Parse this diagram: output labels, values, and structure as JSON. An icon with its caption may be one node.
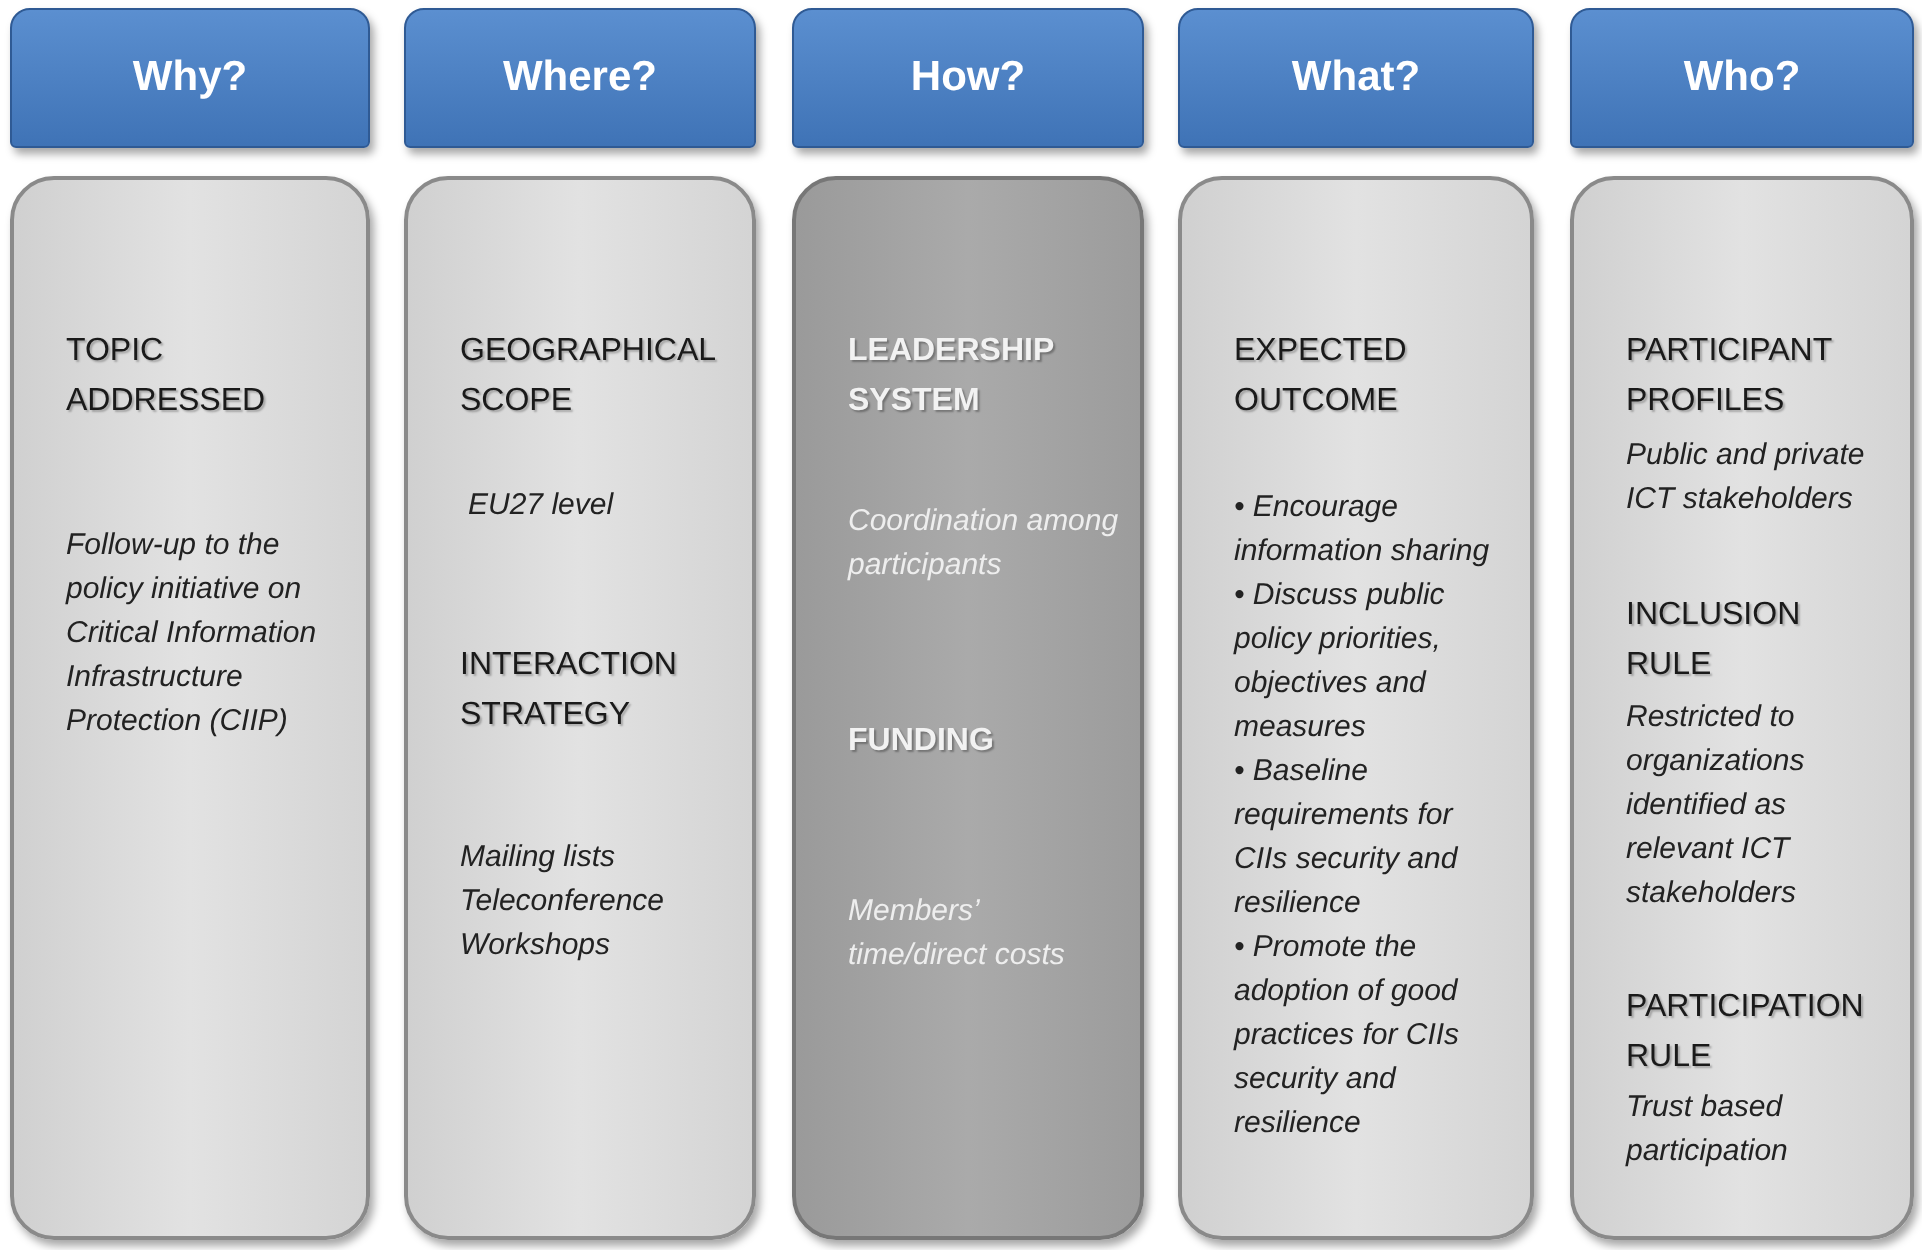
{
  "diagram": {
    "nodes": [
      {
        "text": [
          "Why?"
        ]
      },
      {
        "text": [
          "Where?"
        ]
      },
      {
        "text": [
          "How?"
        ]
      },
      {
        "text": [
          "What?"
        ]
      },
      {
        "text": [
          "Who?"
        ]
      },
      {
        "text": [
          "TOPIC ADDRESSED",
          "Follow-up to the policy initiative on Critical Information Infrastructure Protection (CIIP)"
        ]
      },
      {
        "text": [
          "GEOGRAPHICAL SCOPE",
          "EU27 level",
          "INTERACTION STRATEGY",
          "Mailing lists Teleconference Workshops"
        ]
      },
      {
        "text": [
          "LEADERSHIP SYSTEM",
          "Coordination among participants",
          "FUNDING",
          "Members’ time/direct costs"
        ]
      },
      {
        "text": [
          "EXPECTED OUTCOME",
          "• Encourage information sharing",
          "• Discuss public policy priorities, objectives and measures",
          "• Baseline requirements for CIIs security and resilience",
          "• Promote the adoption of good practices for CIIs security and resilience"
        ]
      },
      {
        "text": [
          "PARTICIPANT PROFILES",
          "Public and private ICT stakeholders",
          "INCLUSION RULE",
          "Restricted to organizations identified as relevant ICT stakeholders",
          "PARTICIPATION RULE",
          "Trust based participation"
        ]
      }
    ],
    "edges": []
  }
}
